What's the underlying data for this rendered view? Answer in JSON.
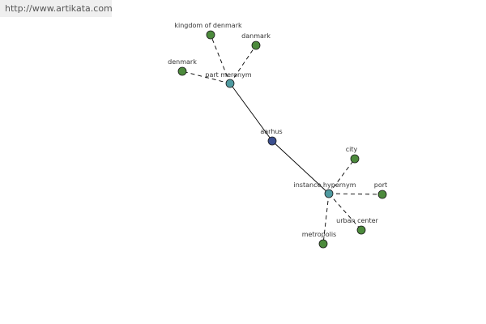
{
  "header": {
    "url": "http://www.artikata.com"
  },
  "graph": {
    "nodes": [
      {
        "id": "aarhus",
        "label": "aarhus",
        "color": "#3b4f8f"
      },
      {
        "id": "part-meronym",
        "label": "part meronym",
        "color": "#4f9aa0"
      },
      {
        "id": "instance-hypernym",
        "label": "instance hypernym",
        "color": "#4f9aa0"
      },
      {
        "id": "kingdom-of-denmark",
        "label": "kingdom of denmark",
        "color": "#4c8a3c"
      },
      {
        "id": "danmark",
        "label": "danmark",
        "color": "#4c8a3c"
      },
      {
        "id": "denmark",
        "label": "denmark",
        "color": "#4c8a3c"
      },
      {
        "id": "city",
        "label": "city",
        "color": "#4c8a3c"
      },
      {
        "id": "port",
        "label": "port",
        "color": "#4c8a3c"
      },
      {
        "id": "urban-center",
        "label": "urban center",
        "color": "#4c8a3c"
      },
      {
        "id": "metropolis",
        "label": "metropolis",
        "color": "#4c8a3c"
      }
    ],
    "edges": [
      {
        "from": "aarhus",
        "to": "part-meronym",
        "style": "solid"
      },
      {
        "from": "aarhus",
        "to": "instance-hypernym",
        "style": "solid"
      },
      {
        "from": "part-meronym",
        "to": "kingdom-of-denmark",
        "style": "dashed"
      },
      {
        "from": "part-meronym",
        "to": "danmark",
        "style": "dashed"
      },
      {
        "from": "part-meronym",
        "to": "denmark",
        "style": "dashed"
      },
      {
        "from": "instance-hypernym",
        "to": "city",
        "style": "dashed"
      },
      {
        "from": "instance-hypernym",
        "to": "port",
        "style": "dashed"
      },
      {
        "from": "instance-hypernym",
        "to": "urban-center",
        "style": "dashed"
      },
      {
        "from": "instance-hypernym",
        "to": "metropolis",
        "style": "dashed"
      }
    ]
  }
}
